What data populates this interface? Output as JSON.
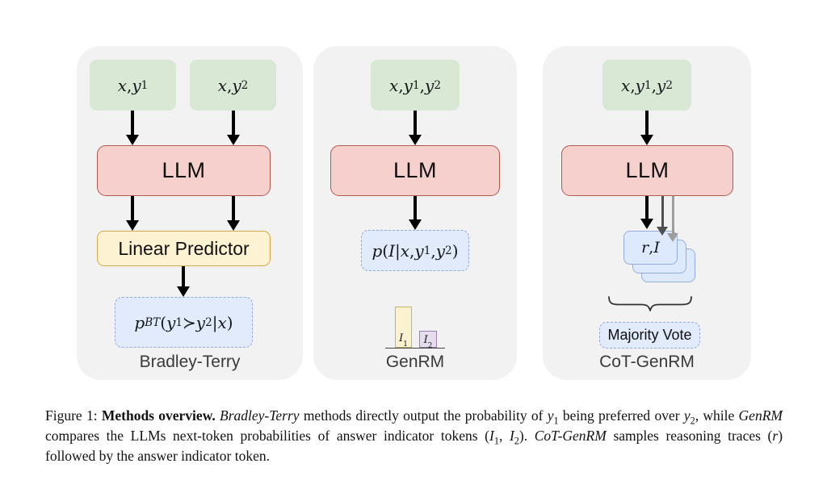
{
  "colors": {
    "panel_bg": "#f2f2f2",
    "input_green": "#d9e8d5",
    "llm_fill": "#f5d0cd",
    "llm_border": "#b05a52",
    "predictor_fill": "#fdf2d2",
    "predictor_border": "#d9a84a",
    "dashed_fill": "#e1ebfc",
    "dashed_border": "#93aadb",
    "card_fill": "#dde9fc",
    "card_border": "#93aedd",
    "bar_i1_fill": "#fbf3d0",
    "bar_i1_border": "#c7b368",
    "bar_i2_fill": "#e5dced",
    "bar_i2_border": "#9a7fb0",
    "arrow_black": "#000000",
    "arrow_dark_gray": "#4f4f4f",
    "arrow_light_gray": "#9e9e9e"
  },
  "panels": [
    {
      "label": "Bradley-Terry",
      "input1_html": "<i>x</i>, <i>y</i><sub>1</sub>",
      "input2_html": "<i>x</i>, <i>y</i><sub>2</sub>",
      "llm_label": "LLM",
      "predictor_label": "Linear Predictor",
      "output_html": "<i>p</i><sub><i>BT</i></sub>(<i>y</i><sub>1</sub> ≻ <i>y</i><sub>2</sub>|<i>x</i>)"
    },
    {
      "label": "GenRM",
      "input_html": "<i>x</i>, <i>y</i><sub>1</sub>, <i>y</i><sub>2</sub>",
      "llm_label": "LLM",
      "output_html": "<i>p</i>(<i>I</i>|<i>x</i>, <i>y</i><sub>1</sub>, <i>y</i><sub>2</sub>)",
      "bar1_html": "<i>I</i><sub>1</sub>",
      "bar2_html": "<i>I</i><sub>2</sub>"
    },
    {
      "label": "CoT-GenRM",
      "input_html": "<i>x</i>, <i>y</i><sub>1</sub>, <i>y</i><sub>2</sub>",
      "llm_label": "LLM",
      "samples_html": "<i>r</i>, <i>I</i>",
      "vote_label": "Majority Vote"
    }
  ],
  "caption_html": "Figure 1: <b>Methods overview.</b> <i>Bradley-Terry</i> methods directly output the probability of <i>y</i><sub>1</sub> being preferred over <i>y</i><sub>2</sub>, while <i>GenRM</i> compares the LLMs next-token probabilities of answer indicator tokens (<i>I</i><sub>1</sub>, <i>I</i><sub>2</sub>). <i>CoT-GenRM</i> samples reasoning traces (<i>r</i>) followed by the answer indicator token."
}
